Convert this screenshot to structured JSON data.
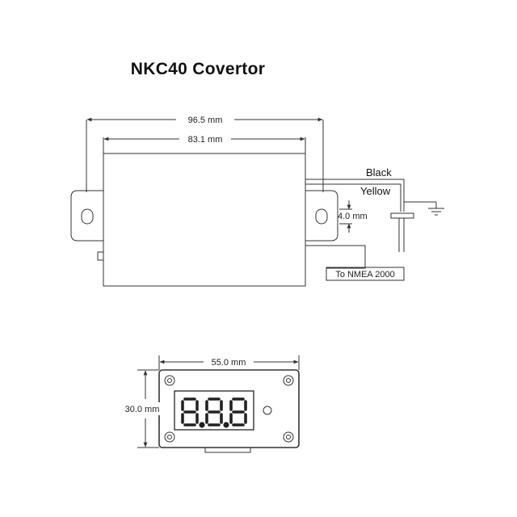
{
  "title": "NKC40 Covertor",
  "top_view": {
    "dim_overall": "96.5 mm",
    "dim_body": "83.1 mm",
    "dim_hole": "4.0 mm",
    "wire_black": "Black",
    "wire_yellow": "Yellow",
    "connector_label": "To NMEA 2000"
  },
  "front_view": {
    "dim_width": "55.0 mm",
    "dim_height": "30.0 mm",
    "display_digits": "8.8.8"
  },
  "colors": {
    "line": "#333333",
    "display": "#222222"
  }
}
